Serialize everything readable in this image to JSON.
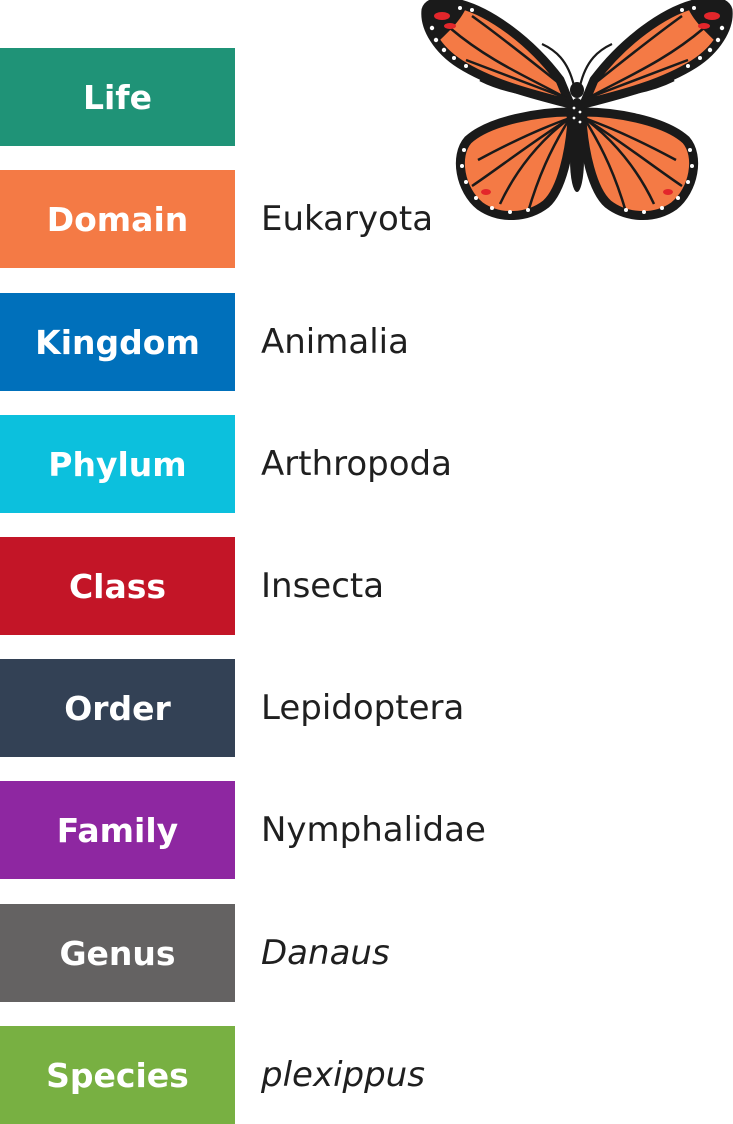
{
  "ranks": [
    {
      "rank": "Life",
      "taxon": "",
      "color": "#1f9377",
      "italic": false
    },
    {
      "rank": "Domain",
      "taxon": "Eukaryota",
      "color": "#f47a45",
      "italic": false
    },
    {
      "rank": "Kingdom",
      "taxon": "Animalia",
      "color": "#0070bb",
      "italic": false
    },
    {
      "rank": "Phylum",
      "taxon": "Arthropoda",
      "color": "#0cc0dd",
      "italic": false
    },
    {
      "rank": "Class",
      "taxon": "Insecta",
      "color": "#c31527",
      "italic": false
    },
    {
      "rank": "Order",
      "taxon": "Lepidoptera",
      "color": "#334155",
      "italic": false
    },
    {
      "rank": "Family",
      "taxon": "Nymphalidae",
      "color": "#8e27a1",
      "italic": false
    },
    {
      "rank": "Genus",
      "taxon": "Danaus",
      "color": "#646262",
      "italic": true
    },
    {
      "rank": "Species",
      "taxon": "plexippus",
      "color": "#78b042",
      "italic": true
    }
  ],
  "illustration": {
    "icon": "monarch-butterfly-icon",
    "wing_color": "#f47a45",
    "vein_color": "#1a1a1a",
    "spot_color": "#e3262b"
  }
}
